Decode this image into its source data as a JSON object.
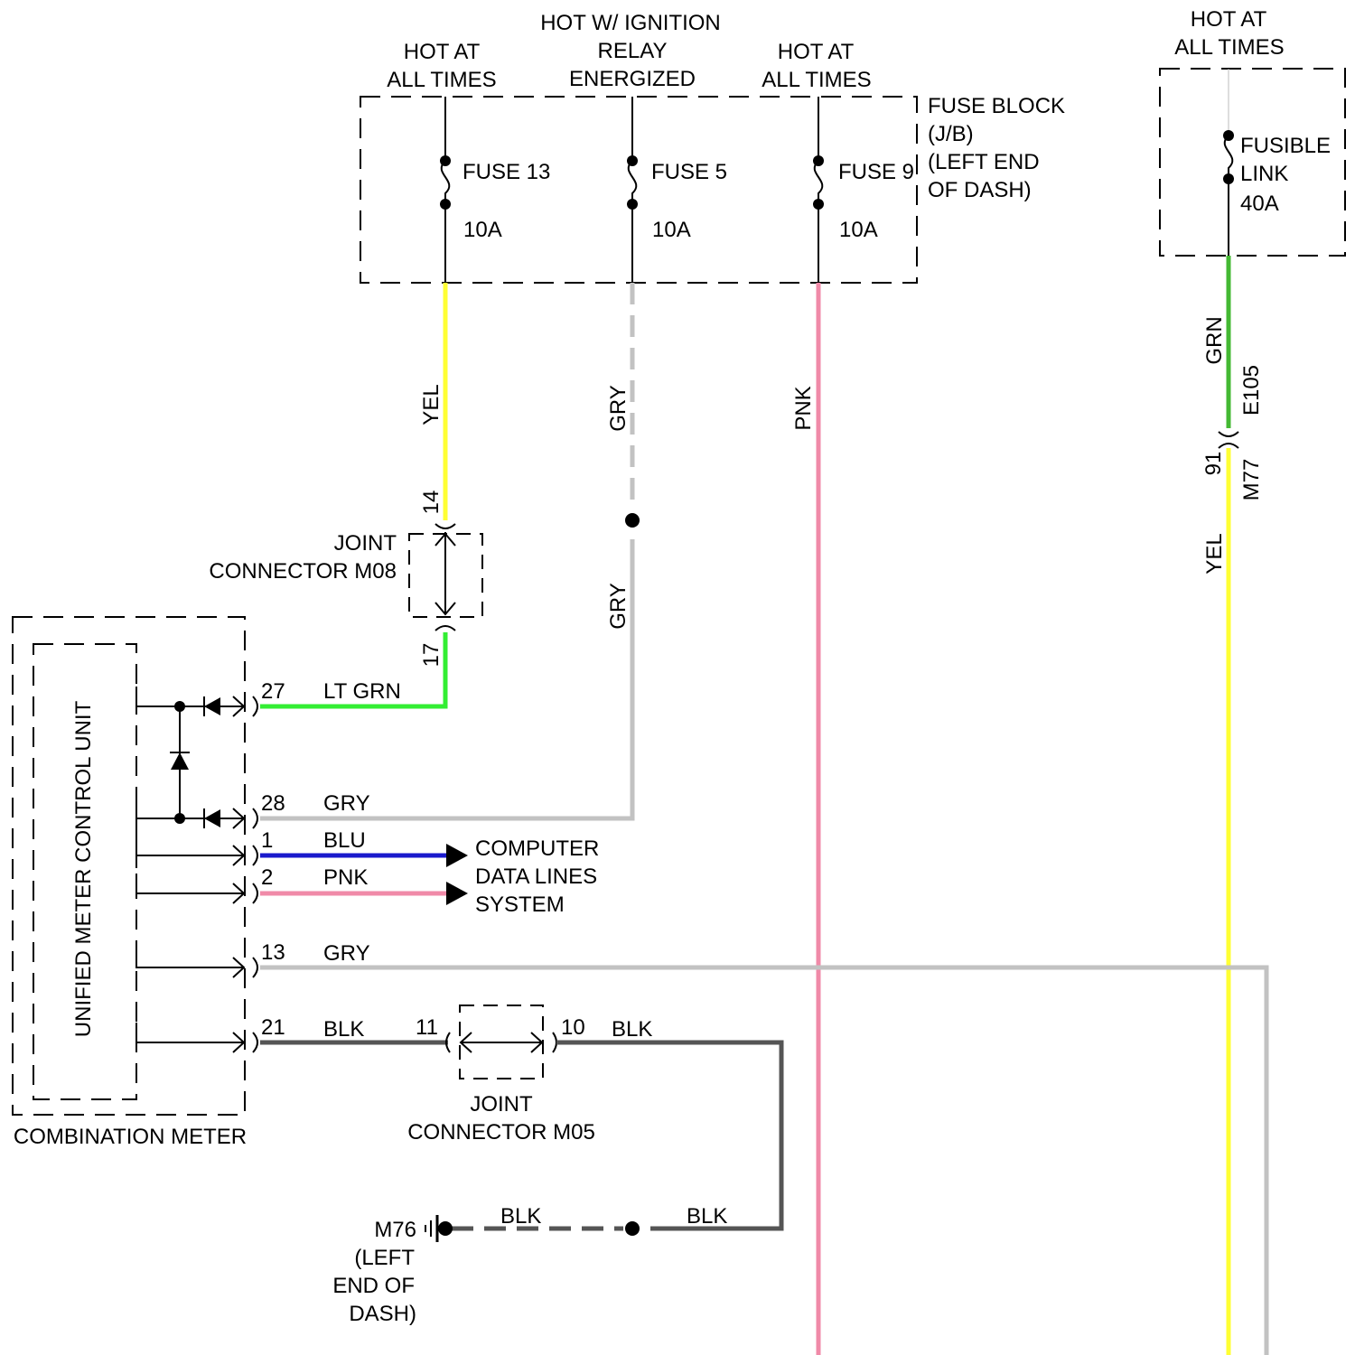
{
  "sources": {
    "hot_left_1": "HOT AT",
    "hot_left_2": "ALL TIMES",
    "ign_1": "HOT W/ IGNITION",
    "ign_2": "RELAY",
    "ign_3": "ENERGIZED",
    "hot_mid_1": "HOT AT",
    "hot_mid_2": "ALL TIMES",
    "hot_right_1": "HOT AT",
    "hot_right_2": "ALL TIMES"
  },
  "fuse_block": {
    "line1": "FUSE BLOCK",
    "line2": "(J/B)",
    "line3": "(LEFT END",
    "line4": "OF DASH)"
  },
  "fuses": [
    {
      "name": "FUSE 13",
      "rating": "10A"
    },
    {
      "name": "FUSE 5",
      "rating": "10A"
    },
    {
      "name": "FUSE 9",
      "rating": "10A"
    }
  ],
  "fusible_link": {
    "line1": "FUSIBLE",
    "line2": "LINK",
    "rating": "40A"
  },
  "wires": {
    "yel": "YEL",
    "gry_top": "GRY",
    "gry_mid": "GRY",
    "pnk": "PNK",
    "grn": "GRN",
    "yel_right": "YEL",
    "lt_grn": "LT GRN",
    "gry_28": "GRY",
    "blu": "BLU",
    "pnk_2": "PNK",
    "gry_13": "GRY",
    "blk_21": "BLK",
    "blk_10": "BLK",
    "blk_ground_left": "BLK",
    "blk_ground_right": "BLK"
  },
  "connectors": {
    "e105": "E105",
    "m77": "M77",
    "pin_91": "91",
    "pin_14": "14",
    "pin_17": "17",
    "m08_1": "JOINT",
    "m08_2": "CONNECTOR M08",
    "m05_1": "JOINT",
    "m05_2": "CONNECTOR M05",
    "pin_11": "11",
    "pin_10": "10"
  },
  "meter": {
    "pin_27": "27",
    "pin_28": "28",
    "pin_1": "1",
    "pin_2": "2",
    "pin_13": "13",
    "pin_21": "21",
    "unit_label": "UNIFIED METER CONTROL UNIT",
    "box_label": "COMBINATION METER"
  },
  "data_lines": {
    "line1": "COMPUTER",
    "line2": "DATA LINES",
    "line3": "SYSTEM"
  },
  "ground": {
    "line1": "M76",
    "line2": "(LEFT",
    "line3": "END OF",
    "line4": "DASH)"
  },
  "colors": {
    "yellow": "#ffff33",
    "gray": "#c2c2c2",
    "pink": "#f08aa8",
    "green": "#44b833",
    "lt_green": "#33ee33",
    "blue": "#1a1acc",
    "black_wire": "#555555"
  }
}
